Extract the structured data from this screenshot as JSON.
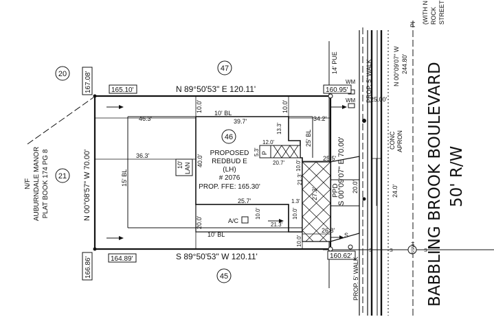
{
  "north_line": {
    "bearing": "N 89°50'53\" E 120.11'",
    "left_tag": "165.10'",
    "right_tag": "160.95'"
  },
  "south_line": {
    "bearing": "S 89°50'53\" W 120.11'",
    "left_tag": "164.89'",
    "right_tag": "160.62'"
  },
  "west_line": {
    "bearing": "N 00°08'57\" W 70.00'",
    "top_tag": "167.08'",
    "bottom_tag": "166.86'"
  },
  "east_line": {
    "bearing": "S 00°09'07\" E 70.00'"
  },
  "row_line": {
    "bearing": "N 00°09'07\" W",
    "dist": "244.80'"
  },
  "lots": {
    "north": "47",
    "lot": "46",
    "south": "45",
    "west_top": "20",
    "west": "21"
  },
  "neighbor": {
    "l1": "N/F",
    "l2": "AUBURNDALE MANOR",
    "l3": "PLAT BOOK 174 PG 8"
  },
  "street": {
    "name": "BABBLING BROOK BOULEVARD",
    "row": "50' R/W"
  },
  "side_street": {
    "l1": "PI",
    "l2": "(WITH N",
    "l3": "ROCK",
    "l4": "STREET"
  },
  "house": {
    "l1": "PROPOSED",
    "l2": "REDBUD E",
    "l3": "(LH)",
    "l4": "# 2076",
    "l5": "PROP. FFE: 165.30'"
  },
  "labels": {
    "pue": "14' PUE",
    "walk_n": "PROP. 5' WALK",
    "walk_s": "PROP. 5' WALK",
    "wm1": "WM",
    "wm2": "WM",
    "apron1": "CONC",
    "apron2": "APRON",
    "ppd": "PPD",
    "ac": "A/C",
    "p": "P",
    "lan1": "10'",
    "lan2": "LAN",
    "bl_front": "10' BL",
    "bl_rear": "10' BL",
    "bl_side": "15' BL",
    "bl_side2": "25' BL",
    "ssmh": "SSMH",
    "s_mark": "S"
  },
  "dims": {
    "d_46_3": "46.3'",
    "d_10_0a": "10.0'",
    "d_39_7": "39.7'",
    "d_10_0b": "10.0'",
    "d_34_2": "34.2'",
    "d_25_00": "25.00'",
    "d_13_3": "13.3'",
    "d_12_0": "12.0'",
    "d_5_3": "5.3'",
    "d_20_7": "20.7'",
    "d_25_5": "25.5'",
    "d_36_3": "36.3'",
    "d_40_0": "40.0'",
    "d_10_0c": "10.0'",
    "d_21_3a": "21.3'",
    "d_27_3": "27.3'",
    "d_20_0a": "20.0'",
    "d_24_0": "24.0'",
    "d_1_3": "1.3'",
    "d_25_7": "25.7'",
    "d_10_0d": "10.0'",
    "d_10_0e": "10.0'",
    "d_20_0b": "20.0'",
    "d_21_3b": "21.3'",
    "d_10_0f": "10.0'",
    "d_26_8": "26.8'"
  }
}
